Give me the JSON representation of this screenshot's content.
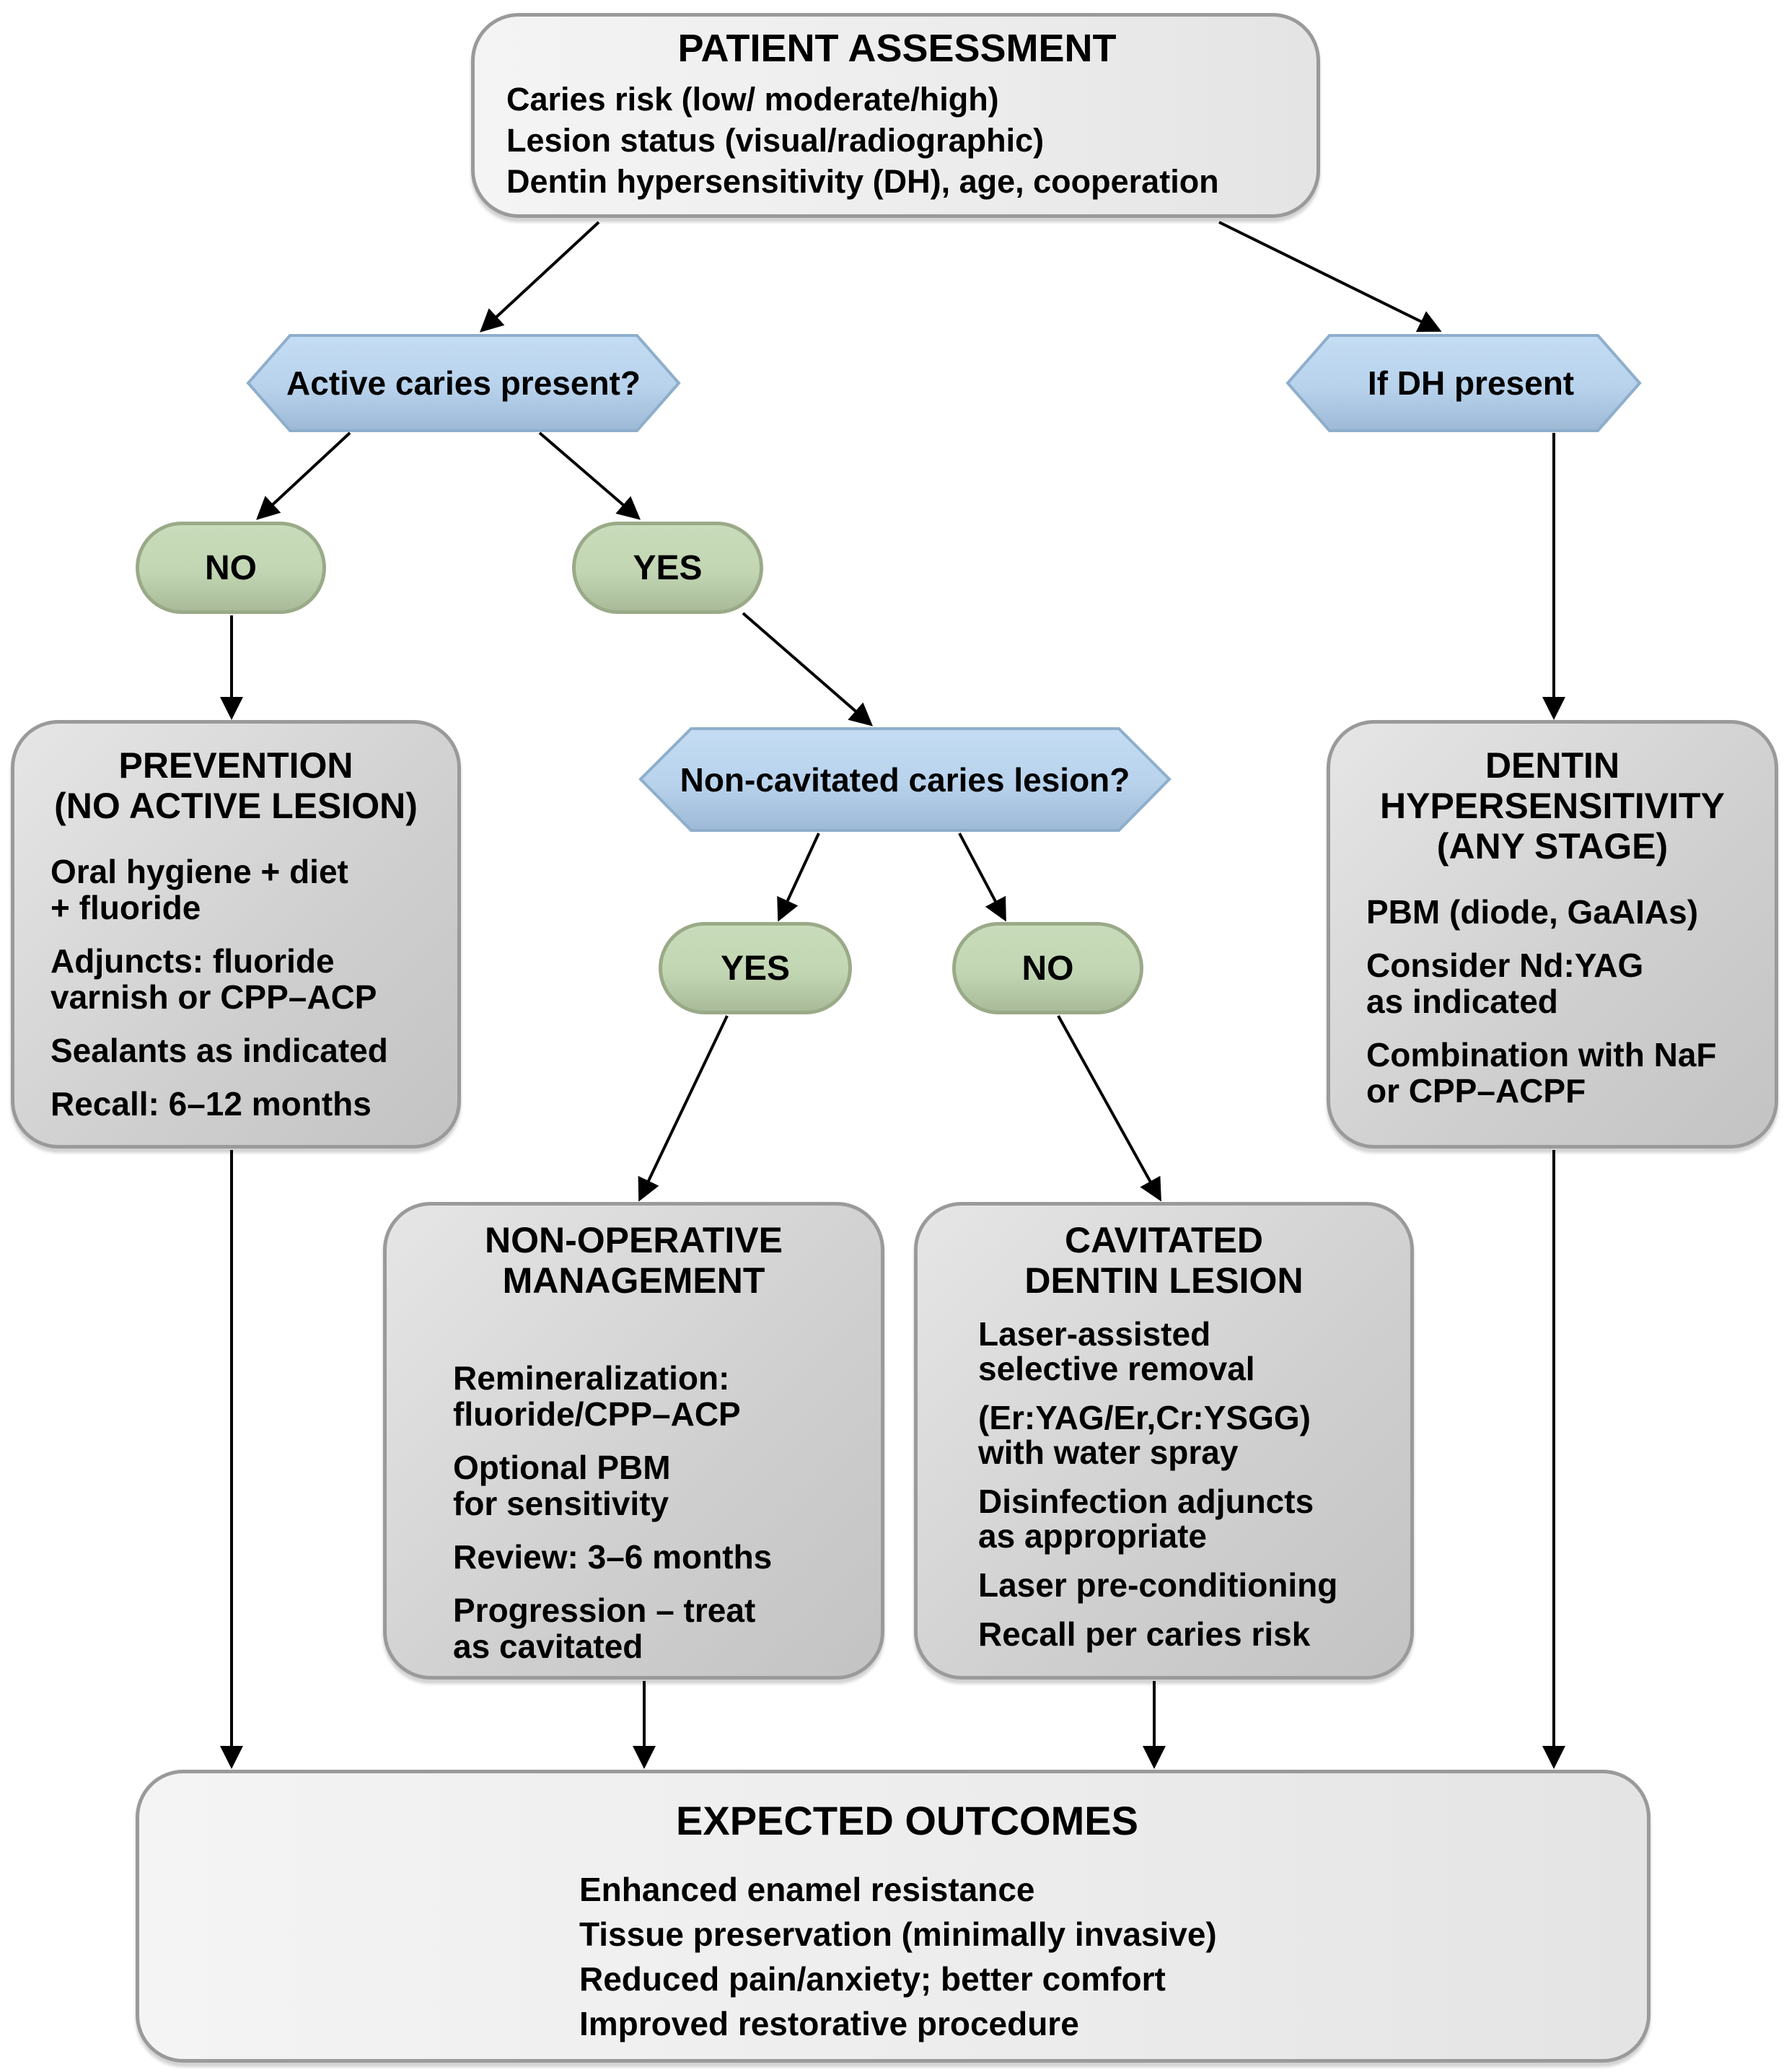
{
  "patient_assessment": {
    "title": "PATIENT ASSESSMENT",
    "lines": [
      "Caries risk (low/ moderate/high)",
      "Lesion status (visual/radiographic)",
      "Dentin hypersensitivity (DH), age, cooperation"
    ]
  },
  "decisions": {
    "active_caries": "Active caries present?",
    "dh_present": "If DH present",
    "non_cavitated": "Non-cavitated caries lesion?"
  },
  "answers": {
    "active_no": "NO",
    "active_yes": "YES",
    "noncav_yes": "YES",
    "noncav_no": "NO"
  },
  "prevention": {
    "title": "PREVENTION\n(NO ACTIVE LESION)",
    "items": [
      "Oral hygiene + diet\n+ fluoride",
      "Adjuncts: fluoride\nvarnish or CPP–ACP",
      "Sealants as indicated",
      "Recall: 6–12 months"
    ]
  },
  "dentin_hypersensitivity": {
    "title": "DENTIN\nHYPERSENSITIVITY\n(ANY STAGE)",
    "items": [
      "PBM (diode, GaAIAs)",
      "Consider Nd:YAG\nas indicated",
      "Combination with NaF\nor CPP–ACPF"
    ]
  },
  "non_operative": {
    "title": "NON-OPERATIVE\nMANAGEMENT",
    "items": [
      "Remineralization:\nfluoride/CPP–ACP",
      "Optional PBM\nfor sensitivity",
      "Review: 3–6 months",
      "Progression – treat\nas cavitated"
    ]
  },
  "cavitated": {
    "title": "CAVITATED\nDENTIN LESION",
    "items": [
      "Laser-assisted\nselective removal",
      "(Er:YAG/Er,Cr:YSGG)\nwith water spray",
      "Disinfection adjuncts\nas appropriate",
      "Laser pre-conditioning",
      "Recall per caries risk"
    ]
  },
  "outcomes": {
    "title": "EXPECTED OUTCOMES",
    "items": [
      "Enhanced enamel resistance",
      "Tissue preservation (minimally invasive)",
      "Reduced pain/anxiety; better comfort",
      "Improved restorative procedure"
    ]
  },
  "colors": {
    "decision_fill": "#bcd6ef",
    "decision_border": "#8eaecb",
    "answer_fill": "#c6dab8",
    "answer_border": "#9aaa88",
    "box_border": "#9a9a9a",
    "arrow": "#000000"
  }
}
